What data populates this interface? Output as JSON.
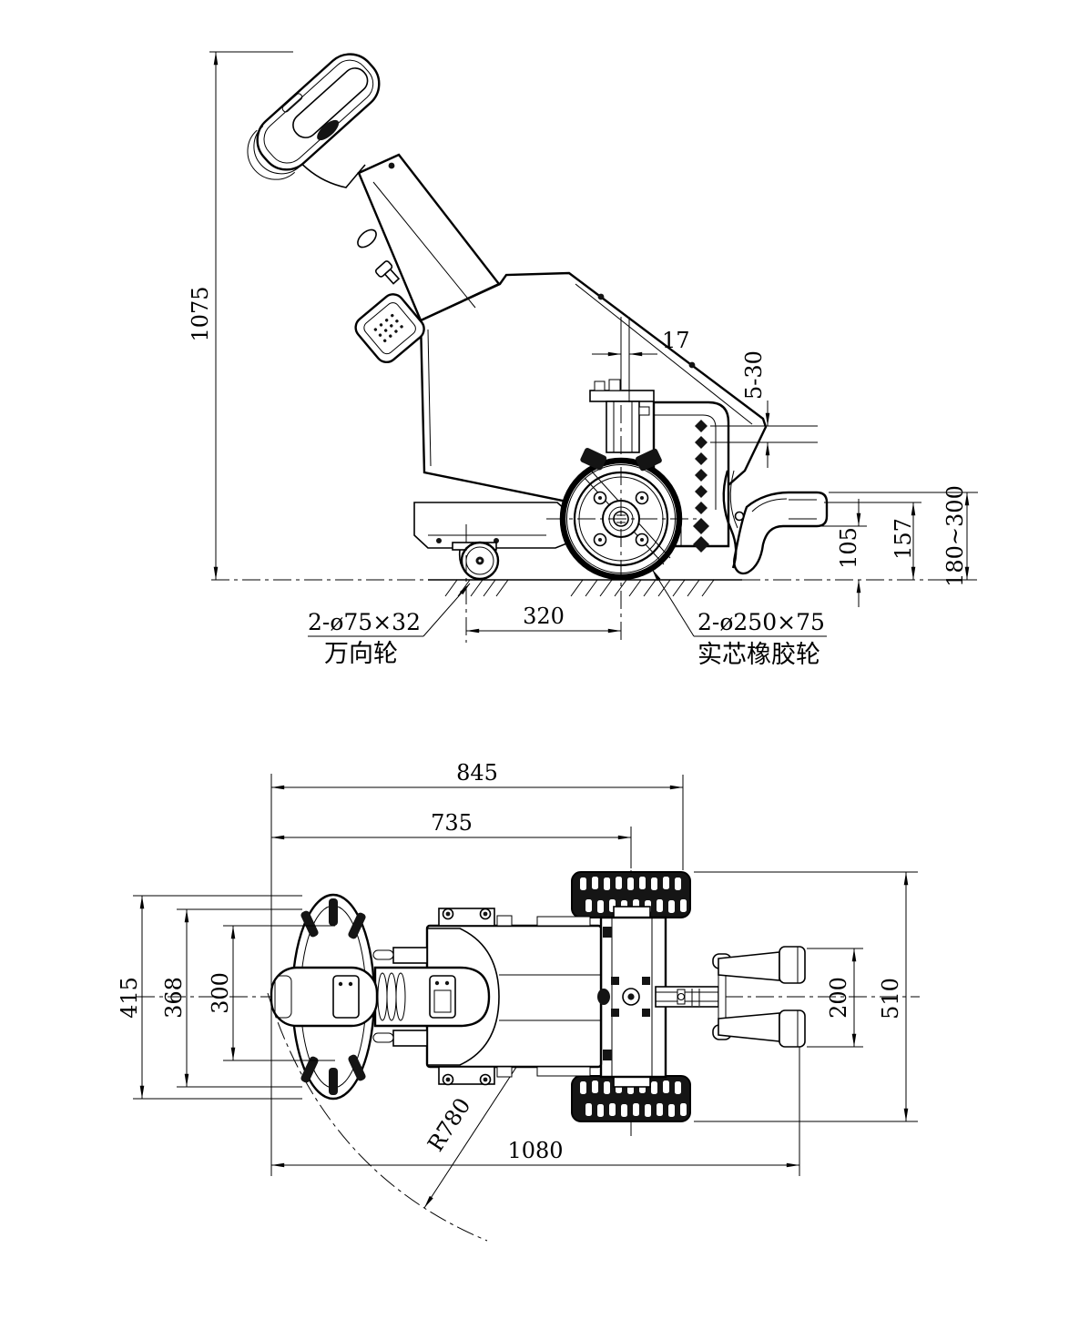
{
  "page": {
    "background": "#ffffff",
    "line_color": "#000000"
  },
  "side_view": {
    "dims": {
      "overall_height": "1075",
      "axle_offset": "17",
      "hole_pitch": "5-30",
      "hitch_height_1": "105",
      "hitch_height_2": "157",
      "hitch_height_range": "180~300",
      "wheel_spacing": "320"
    },
    "labels": {
      "caster_spec": "2-ø75×32",
      "caster_name": "万向轮",
      "drive_wheel_spec": "2-ø250×75",
      "drive_wheel_name": "实芯橡胶轮"
    }
  },
  "top_view": {
    "dims": {
      "length_to_wheel_edge": "845",
      "length_to_axle": "735",
      "handle_width_outer": "415",
      "handle_width_mid": "368",
      "handle_width_inner": "300",
      "fork_width": "200",
      "overall_width": "510",
      "overall_length": "1080",
      "turning_radius": "R780"
    }
  }
}
